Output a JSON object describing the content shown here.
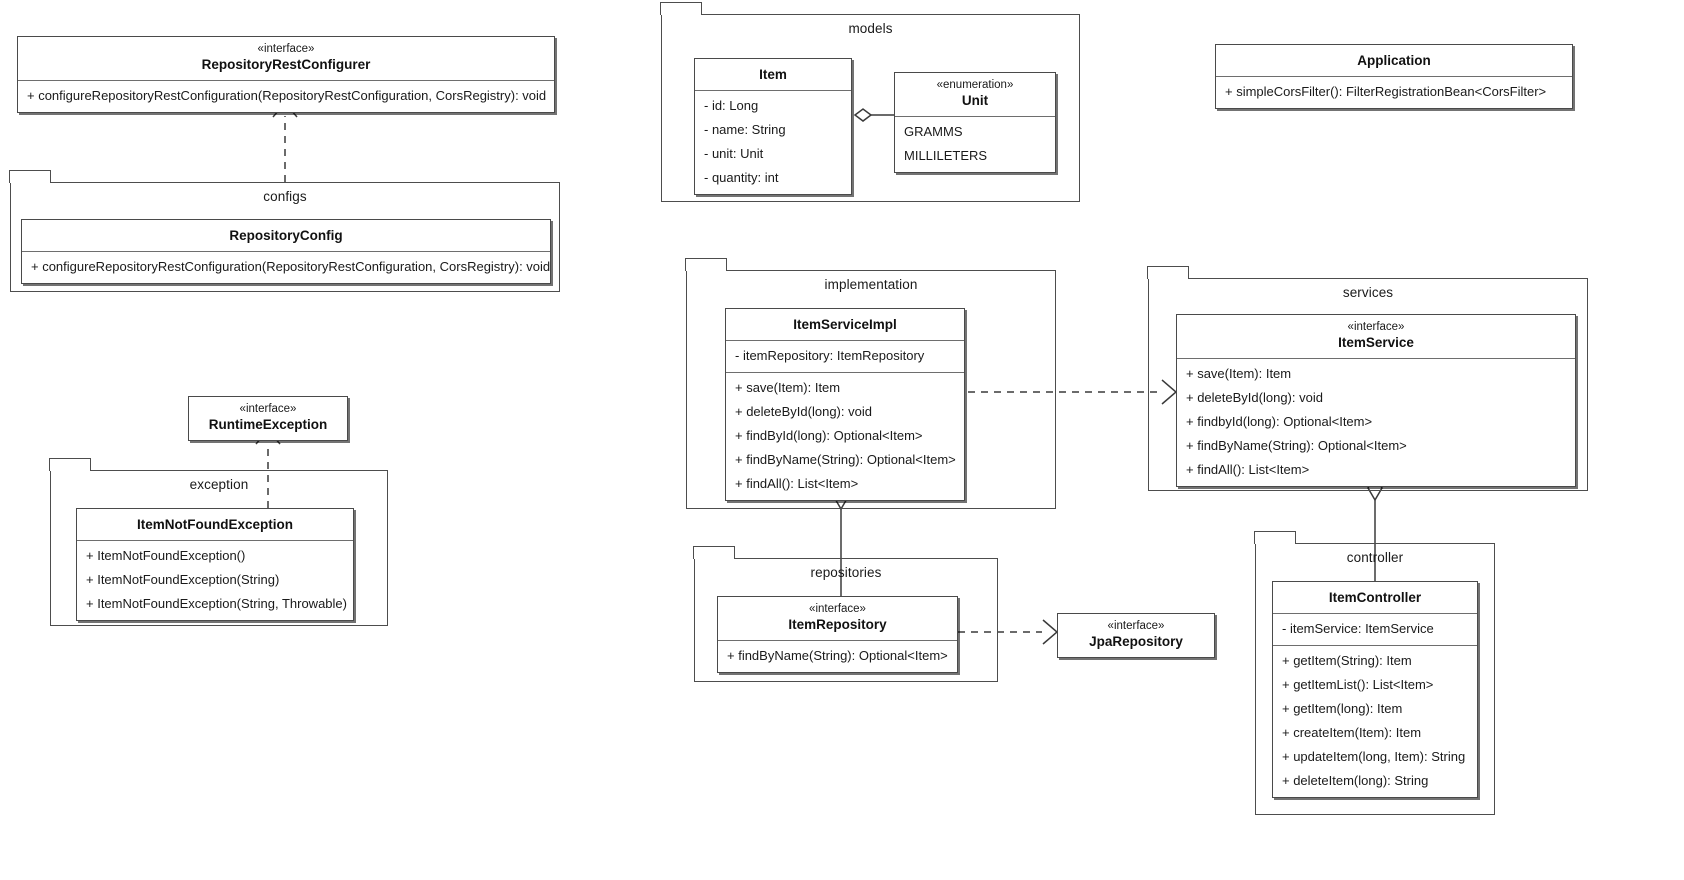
{
  "diagram": {
    "title": "UML Class Diagram",
    "type": "uml-class-diagram",
    "colors": {
      "background": "#ffffff",
      "border": "#4a4a4a",
      "package_border": "#4d4d4d",
      "text": "#1a1a1a",
      "edge": "#3a3a3a"
    },
    "stereotypes": {
      "interface": "«interface»",
      "enumeration": "«enumeration»"
    }
  },
  "packages": {
    "configs": {
      "label": "configs"
    },
    "models": {
      "label": "models"
    },
    "exception": {
      "label": "exception"
    },
    "implementation": {
      "label": "implementation"
    },
    "services": {
      "label": "services"
    },
    "repositories": {
      "label": "repositories"
    },
    "controller": {
      "label": "controller"
    }
  },
  "classes": {
    "repository_rest_configurer": {
      "stereotype": "«interface»",
      "name": "RepositoryRestConfigurer",
      "methods": [
        "+ configureRepositoryRestConfiguration(RepositoryRestConfiguration, CorsRegistry): void"
      ]
    },
    "repository_config": {
      "stereotype": "",
      "name": "RepositoryConfig",
      "methods": [
        "+ configureRepositoryRestConfiguration(RepositoryRestConfiguration, CorsRegistry): void"
      ]
    },
    "item": {
      "stereotype": "",
      "name": "Item",
      "attributes": [
        "- id: Long",
        "- name: String",
        "- unit: Unit",
        "- quantity: int"
      ]
    },
    "unit": {
      "stereotype": "«enumeration»",
      "name": "Unit",
      "literals": [
        "GRAMMS",
        "MILLILETERS"
      ]
    },
    "application": {
      "stereotype": "",
      "name": "Application",
      "methods": [
        "+ simpleCorsFilter(): FilterRegistrationBean<CorsFilter>"
      ]
    },
    "runtime_exception": {
      "stereotype": "«interface»",
      "name": "RuntimeException",
      "methods": []
    },
    "item_not_found_exception": {
      "stereotype": "",
      "name": "ItemNotFoundException",
      "methods": [
        "+ ItemNotFoundException()",
        "+ ItemNotFoundException(String)",
        "+ ItemNotFoundException(String, Throwable)"
      ]
    },
    "item_service_impl": {
      "stereotype": "",
      "name": "ItemServiceImpl",
      "attributes": [
        "- itemRepository: ItemRepository"
      ],
      "methods": [
        "+ save(Item): Item",
        "+ deleteById(long): void",
        "+ findById(long): Optional<Item>",
        "+ findByName(String): Optional<Item>",
        "+ findAll(): List<Item>"
      ]
    },
    "item_service": {
      "stereotype": "«interface»",
      "name": "ItemService",
      "methods": [
        "+ save(Item): Item",
        "+ deleteById(long): void",
        "+ findbyId(long): Optional<Item>",
        "+ findByName(String): Optional<Item>",
        "+ findAll(): List<Item>"
      ]
    },
    "item_repository": {
      "stereotype": "«interface»",
      "name": "ItemRepository",
      "methods": [
        "+ findByName(String): Optional<Item>"
      ]
    },
    "jpa_repository": {
      "stereotype": "«interface»",
      "name": "JpaRepository",
      "methods": []
    },
    "item_controller": {
      "stereotype": "",
      "name": "ItemController",
      "attributes": [
        "- itemService: ItemService"
      ],
      "methods": [
        "+ getItem(String): Item",
        "+ getItemList(): List<Item>",
        "+ getItem(long): Item",
        "+ createItem(Item): Item",
        "+ updateItem(long, Item): String",
        "+ deleteItem(long): String"
      ]
    }
  },
  "relationships": [
    {
      "from": "RepositoryConfig",
      "to": "RepositoryRestConfigurer",
      "type": "realization"
    },
    {
      "from": "ItemNotFoundException",
      "to": "RuntimeException",
      "type": "realization"
    },
    {
      "from": "Item",
      "to": "Unit",
      "type": "aggregation"
    },
    {
      "from": "ItemServiceImpl",
      "to": "ItemService",
      "type": "realization"
    },
    {
      "from": "ItemRepository",
      "to": "JpaRepository",
      "type": "realization"
    },
    {
      "from": "ItemServiceImpl",
      "to": "ItemRepository",
      "type": "aggregation"
    },
    {
      "from": "ItemService",
      "to": "ItemController",
      "type": "aggregation"
    }
  ]
}
